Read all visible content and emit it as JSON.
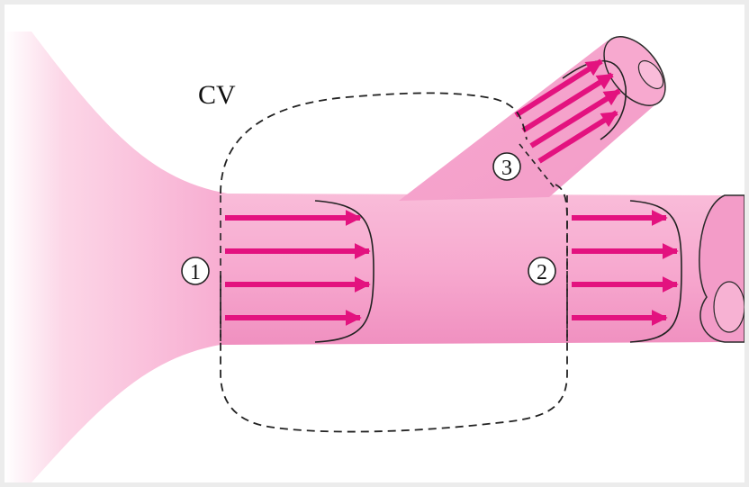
{
  "diagram": {
    "control_volume_label": "CV",
    "stations": [
      {
        "id": "inlet",
        "label": "1"
      },
      {
        "id": "main-outlet",
        "label": "2"
      },
      {
        "id": "branch-outlet",
        "label": "3"
      }
    ],
    "colors": {
      "pipe_fill": "#f7a9cf",
      "pipe_light": "#fbd0e4",
      "pipe_dark": "#e06ea6",
      "arrow": "#e3127f",
      "outline": "#2a2a2a",
      "cv_boundary": "#222222"
    }
  }
}
